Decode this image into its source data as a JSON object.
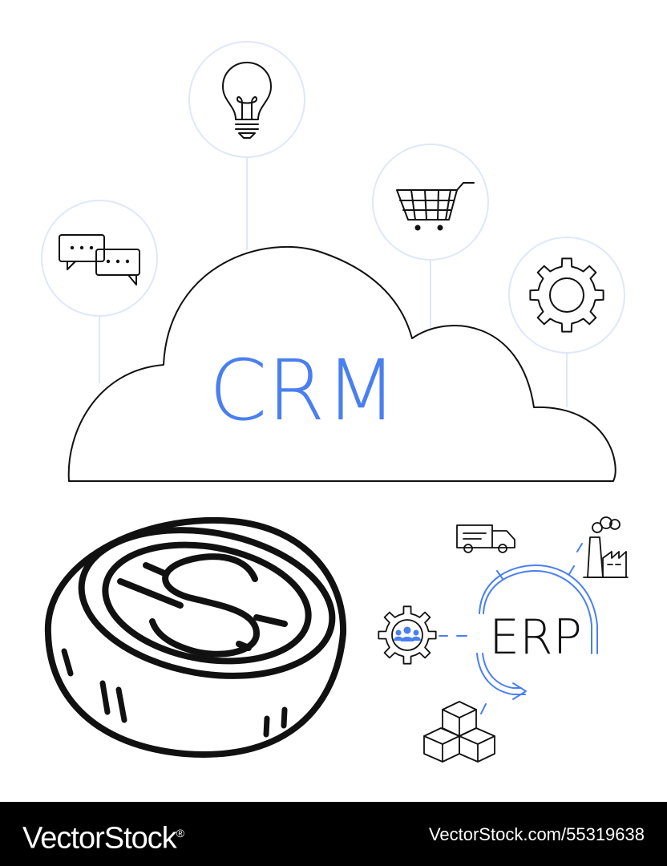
{
  "cloud": {
    "label": "CRM"
  },
  "erp": {
    "label": "ERP"
  },
  "icons": [
    "chat-bubbles-icon",
    "lightbulb-icon",
    "shopping-cart-icon",
    "gear-icon",
    "dollar-coin-icon",
    "delivery-truck-icon",
    "factory-icon",
    "team-gear-icon",
    "stacked-boxes-icon"
  ],
  "colors": {
    "accent": "#4a7ff0",
    "ring": "#dfe7fb",
    "footer": "#000000"
  },
  "watermark": {
    "brand": "VectorStock",
    "suffix": "®",
    "url": "VectorStock.com/55319638"
  }
}
